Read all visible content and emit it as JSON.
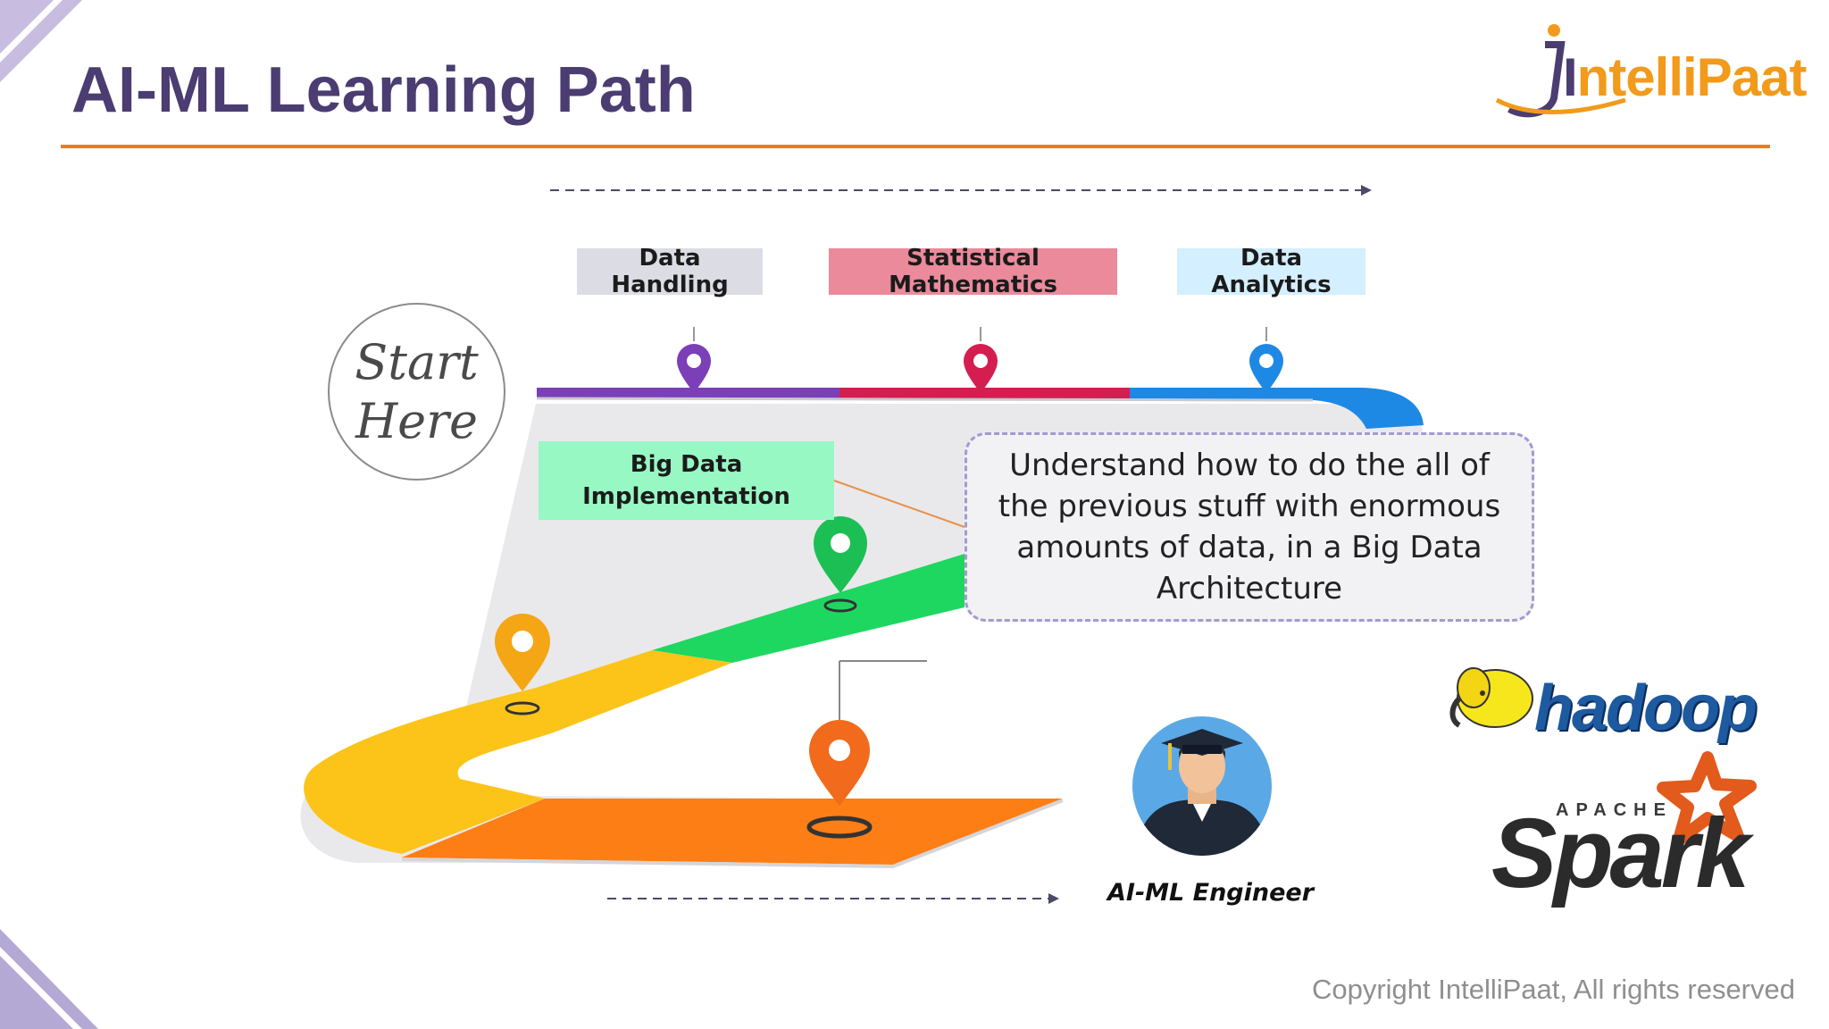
{
  "header": {
    "title": "AI-ML Learning Path",
    "logo_text": "ntelliPaat",
    "logo_initial": "I"
  },
  "start": {
    "line1": "Start",
    "line2": "Here"
  },
  "stages": {
    "data_handling": "Data Handling",
    "statistical_mathematics": "Statistical Mathematics",
    "data_analytics": "Data Analytics",
    "big_data_line1": "Big Data",
    "big_data_line2": "Implementation"
  },
  "callout": {
    "text": "Understand how to do the all of the previous stuff with enormous amounts of data, in a Big Data Architecture"
  },
  "goal": {
    "label": "AI-ML Engineer"
  },
  "tools": {
    "hadoop": "hadoop",
    "apache": "APACHE",
    "spark": "Spark"
  },
  "footer": {
    "copyright": "Copyright IntelliPaat, All rights reserved"
  },
  "colors": {
    "title": "#4b3c72",
    "rule": "#ef7d1a",
    "purple": "#7b3fb8",
    "crimson": "#d41e50",
    "blue": "#1e88e5",
    "green": "#1ed760",
    "yellow": "#fcc419",
    "orange": "#fd7e14"
  },
  "icons": [
    "map-pin-icon",
    "graduate-avatar-icon",
    "hadoop-elephant-icon",
    "spark-star-icon",
    "intellipaat-logo-icon"
  ]
}
